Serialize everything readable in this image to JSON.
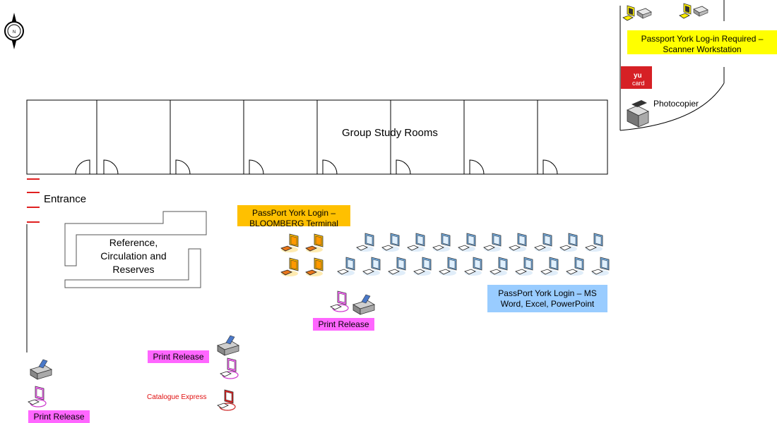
{
  "map": {
    "compass_letter": "N",
    "rooms_label": "Group Study Rooms",
    "entrance_label": "Entrance",
    "reference_desk_label": "Reference, Circulation and Reserves",
    "scanner_box_label": "Passport York Log-in Required – Scanner Workstation",
    "bloomberg_box_label": "PassPort York Login – BLOOMBERG Terminal",
    "ms_box_label": "PassPort York Login – MS Word, Excel, PowerPoint",
    "vucard_text_top": "yu",
    "vucard_text_bottom": "card",
    "photocopier_label": "Photocopier",
    "print_release_label": "Print Release",
    "catalogue_express_label": "Catalogue Express"
  },
  "colors": {
    "scanner_box": "#ffff00",
    "bloomberg_box": "#ffc000",
    "ms_box": "#99ccff",
    "print_release_box": "#ff66ff",
    "catalogue_express_text": "#e01010",
    "vucard": "#d62025"
  },
  "icons": {
    "compass": "compass-rose-icon",
    "scanner": "scanner-workstation-icon",
    "bloomberg": "bloomberg-terminal-icon",
    "computer": "computer-workstation-icon",
    "print_release": "print-release-station-icon",
    "printer": "printer-icon",
    "photocopier": "photocopier-icon",
    "vucard": "yu-card-machine-icon",
    "catalogue": "catalogue-express-terminal-icon"
  }
}
